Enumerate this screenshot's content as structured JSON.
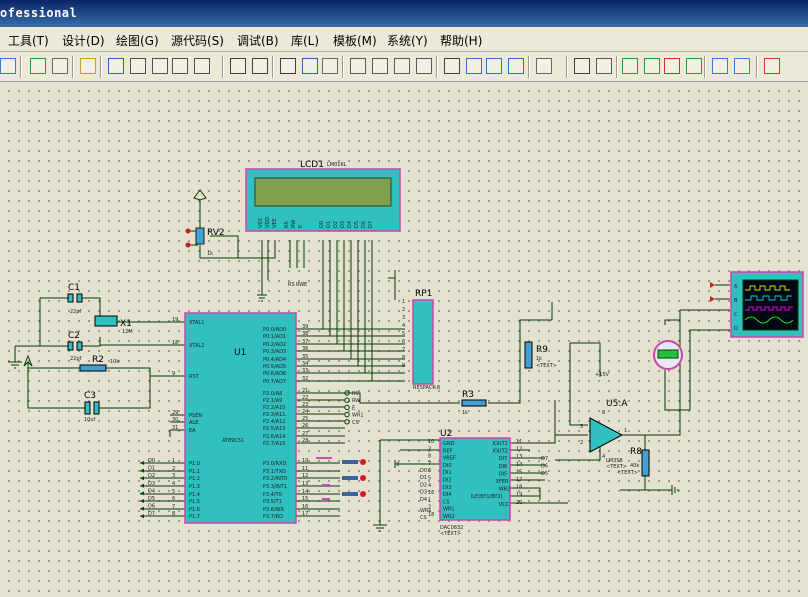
{
  "window": {
    "title": "ofessional"
  },
  "menu": [
    "工具(T)",
    "设计(D)",
    "绘图(G)",
    "源代码(S)",
    "调试(B)",
    "库(L)",
    "模板(M)",
    "系统(Y)",
    "帮助(H)"
  ],
  "toolbar_icons": [
    "open-icon",
    "refresh-icon",
    "grid-icon",
    "origin-icon",
    "pan-icon",
    "zoom-in-icon",
    "zoom-out-icon",
    "zoom-all-icon",
    "zoom-area-icon",
    "undo-icon",
    "redo-icon",
    "cut-icon",
    "copy-icon",
    "paste-icon",
    "block-copy-icon",
    "block-move-icon",
    "block-rotate-icon",
    "block-delete-icon",
    "pick-device-icon",
    "make-device-icon",
    "packaging-icon",
    "decompose-icon",
    "wire-autoroute-icon",
    "search-icon",
    "property-tool-icon",
    "design-explorer-icon",
    "new-sheet-icon",
    "remove-sheet-icon",
    "exit-to-parent-icon",
    "bom-icon",
    "erc-icon",
    "ares-icon"
  ],
  "colors": {
    "chip": "#30c0c0",
    "chip_border": "#cc44aa",
    "wire": "#004000",
    "lcd_screen": "#80a050",
    "resistor": "#40a0d0"
  },
  "schematic": {
    "lcd": {
      "ref": "LCD1",
      "part": "LM016L",
      "pins": [
        "VSS",
        "VDD",
        "VEE",
        "RS",
        "RW",
        "E",
        "D0",
        "D1",
        "D2",
        "D3",
        "D4",
        "D5",
        "D6",
        "D7"
      ]
    },
    "mcu": {
      "ref": "U1",
      "part": "AT89C51",
      "left_pins": [
        "XTAL1",
        "XTAL2",
        "RST",
        "PSEN",
        "ALE",
        "EA",
        "P1.0",
        "P1.1",
        "P1.2",
        "P1.3",
        "P1.4",
        "P1.5",
        "P1.6",
        "P1.7"
      ],
      "right_pins": [
        "P0.0/AD0",
        "P0.1/AD1",
        "P0.2/AD2",
        "P0.3/AD3",
        "P0.4/AD4",
        "P0.5/AD5",
        "P0.6/AD6",
        "P0.7/AD7",
        "P2.0/A8",
        "P2.1/A9",
        "P2.2/A10",
        "P2.3/A11",
        "P2.4/A12",
        "P2.5/A13",
        "P2.6/A14",
        "P2.7/A15",
        "P3.0/RXD",
        "P3.1/TXD",
        "P3.2/INT0",
        "P3.3/INT1",
        "P3.4/T0",
        "P3.5/T1",
        "P3.6/WR",
        "P3.7/RD"
      ],
      "left_nums": [
        "19",
        "18",
        "9",
        "29",
        "30",
        "31",
        "1",
        "2",
        "3",
        "4",
        "5",
        "6",
        "7",
        "8"
      ],
      "right_nums": [
        "39",
        "38",
        "37",
        "36",
        "35",
        "34",
        "33",
        "32",
        "21",
        "22",
        "23",
        "24",
        "25",
        "26",
        "27",
        "28",
        "10",
        "11",
        "12",
        "13",
        "14",
        "15",
        "16",
        "17"
      ]
    },
    "dac": {
      "ref": "U2",
      "part": "DAC0832",
      "text": "<TEXT>",
      "left_pins": [
        "GND",
        "REF",
        "VREF",
        "DI0",
        "DI1",
        "DI2",
        "DI3",
        "DI4",
        "CS",
        "WR1",
        "WR2"
      ],
      "right_pins": [
        "IOUT1",
        "IOUT2",
        "DI7",
        "DI6",
        "DI5",
        "XFER",
        "WR2",
        "ILE(BY1/BY2)",
        "VCC"
      ],
      "left_nums": [
        "10",
        "3",
        "8",
        "7",
        "6",
        "5",
        "4",
        "16",
        "1",
        "2",
        "18"
      ],
      "right_nums": [
        "11",
        "12",
        "13",
        "14",
        "15",
        "17",
        "18",
        "19",
        "20"
      ]
    },
    "opamp": {
      "ref": "U5:A",
      "part": "LM358",
      "text": "<TEXT>",
      "pin_plus": "3",
      "pin_minus": "2",
      "pin_out": "1",
      "pin_v": "8",
      "pin_gnd": "4"
    },
    "rp1": {
      "ref": "RP1",
      "part": "RESPACK-8",
      "nums": [
        "1",
        "2",
        "3",
        "4",
        "5",
        "6",
        "7",
        "8",
        "9"
      ]
    },
    "rv2": {
      "ref": "RV2",
      "value": "1k"
    },
    "c1": {
      "ref": "C1",
      "value": "22pf"
    },
    "c2": {
      "ref": "C2",
      "value": "22pf"
    },
    "c3": {
      "ref": "C3",
      "value": "10uf"
    },
    "x1": {
      "ref": "X1",
      "value": "12M"
    },
    "r2": {
      "ref": "R2",
      "value": "10k"
    },
    "r3": {
      "ref": "R3",
      "value": "1k"
    },
    "r8": {
      "ref": "R8",
      "value": "40k",
      "text": "<TEXT>"
    },
    "r9": {
      "ref": "R9",
      "value": "1k",
      "text": "<TEXT>"
    },
    "osc": {
      "channels": [
        "A",
        "B",
        "C",
        "D"
      ]
    },
    "vsource": {
      "value": "+15V"
    },
    "bus_labels_left": [
      "D0",
      "D1",
      "D2",
      "D3",
      "D4",
      "D5",
      "D6",
      "D7"
    ],
    "bus_labels_right": [
      "RS",
      "RW",
      "E",
      "WR1",
      "CS"
    ],
    "lcd_net_labels": [
      "RS",
      "RW",
      "E"
    ],
    "dac_left_labels": [
      "D0",
      "D1",
      "D2",
      "D3",
      "D4",
      "WR1",
      "CS"
    ],
    "dac_right_labels": [
      "D7",
      "D6",
      "D5"
    ]
  }
}
